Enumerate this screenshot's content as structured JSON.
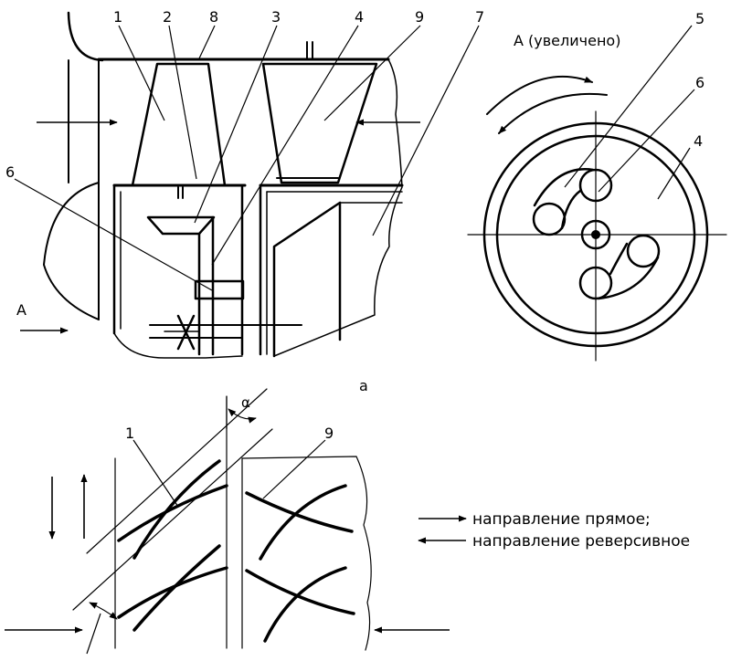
{
  "labels": {
    "n1": "1",
    "n2": "2",
    "n8": "8",
    "n3": "3",
    "n4": "4",
    "n9": "9",
    "n7": "7",
    "n6": "6",
    "a_arrow": "A",
    "view_title": "A   (увеличено)",
    "view_n5": "5",
    "view_n6": "6",
    "view_n4": "4",
    "sub_a": "а",
    "alpha": "α",
    "blade_n1": "1",
    "blade_n9": "9"
  },
  "legend": {
    "direct": "направление прямое;",
    "reverse": "направление реверсивное"
  }
}
